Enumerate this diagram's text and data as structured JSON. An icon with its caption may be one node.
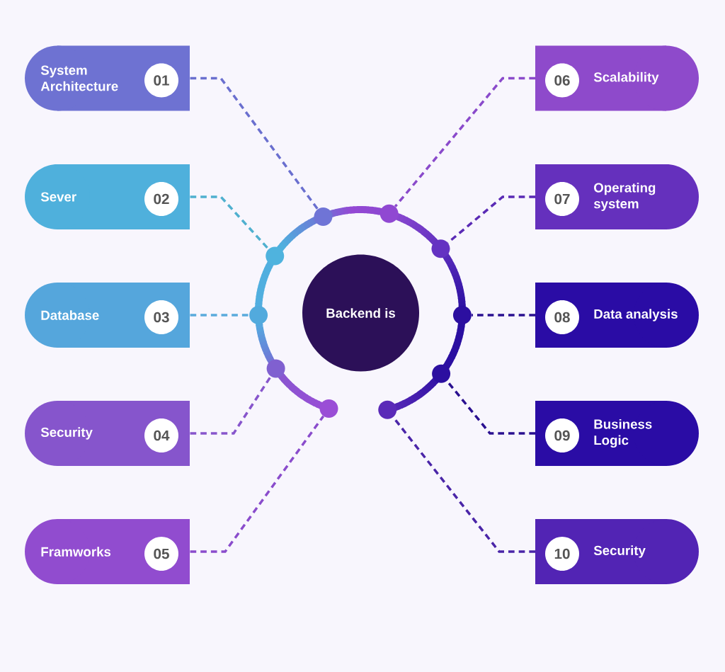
{
  "diagram": {
    "nodes": [
      {
        "text": [
          "Backend is"
        ]
      },
      {
        "text": [
          "System Architecture"
        ]
      },
      {
        "text": [
          "01"
        ],
        "in": 1
      },
      {
        "text": [
          "Sever"
        ]
      },
      {
        "text": [
          "02"
        ],
        "in": 3
      },
      {
        "text": [
          "Database"
        ]
      },
      {
        "text": [
          "03"
        ],
        "in": 5
      },
      {
        "text": [
          "Security"
        ]
      },
      {
        "text": [
          "04"
        ],
        "in": 7
      },
      {
        "text": [
          "Framworks"
        ]
      },
      {
        "text": [
          "05"
        ],
        "in": 9
      },
      {
        "text": [
          "Scalability"
        ]
      },
      {
        "text": [
          "06"
        ],
        "in": 11
      },
      {
        "text": [
          "Operating system"
        ]
      },
      {
        "text": [
          "07"
        ],
        "in": 13
      },
      {
        "text": [
          "Data analysis"
        ]
      },
      {
        "text": [
          "08"
        ],
        "in": 15
      },
      {
        "text": [
          "Business Logic"
        ]
      },
      {
        "text": [
          "09"
        ],
        "in": 17
      },
      {
        "text": [
          "Security"
        ]
      },
      {
        "text": [
          "10"
        ],
        "in": 19
      },
      {
        "text": [],
        "shape": "circle"
      },
      {
        "text": [],
        "shape": "circle"
      },
      {
        "text": [],
        "shape": "circle"
      },
      {
        "text": [],
        "shape": "circle"
      },
      {
        "text": [],
        "shape": "circle"
      },
      {
        "text": [],
        "shape": "circle"
      },
      {
        "text": [],
        "shape": "circle"
      },
      {
        "text": [],
        "shape": "circle"
      },
      {
        "text": [],
        "shape": "circle"
      },
      {
        "text": [],
        "shape": "circle"
      }
    ],
    "edges": [
      {
        "from": 1,
        "to": 21,
        "arrow": "none",
        "style": "dashed",
        "color": "#6a6fcf"
      },
      {
        "from": 3,
        "to": 22,
        "arrow": "none",
        "style": "dashed",
        "color": "#4fb0cf"
      },
      {
        "from": 5,
        "to": 23,
        "arrow": "none",
        "style": "dashed",
        "color": "#5aaadc"
      },
      {
        "from": 7,
        "to": 24,
        "arrow": "none",
        "style": "dashed",
        "color": "#8755cc"
      },
      {
        "from": 9,
        "to": 25,
        "arrow": "none",
        "style": "dashed",
        "color": "#8a4ccc"
      },
      {
        "from": 11,
        "to": 26,
        "arrow": "none",
        "style": "dashed",
        "color": "#8a4acb"
      },
      {
        "from": 13,
        "to": 27,
        "arrow": "none",
        "style": "dashed",
        "color": "#5a2ab5"
      },
      {
        "from": 15,
        "to": 28,
        "arrow": "none",
        "style": "dashed",
        "color": "#2a1090"
      },
      {
        "from": 17,
        "to": 29,
        "arrow": "none",
        "style": "dashed",
        "color": "#2a1090"
      },
      {
        "from": 19,
        "to": 30,
        "arrow": "none",
        "style": "dashed",
        "color": "#4a25a8"
      }
    ]
  }
}
